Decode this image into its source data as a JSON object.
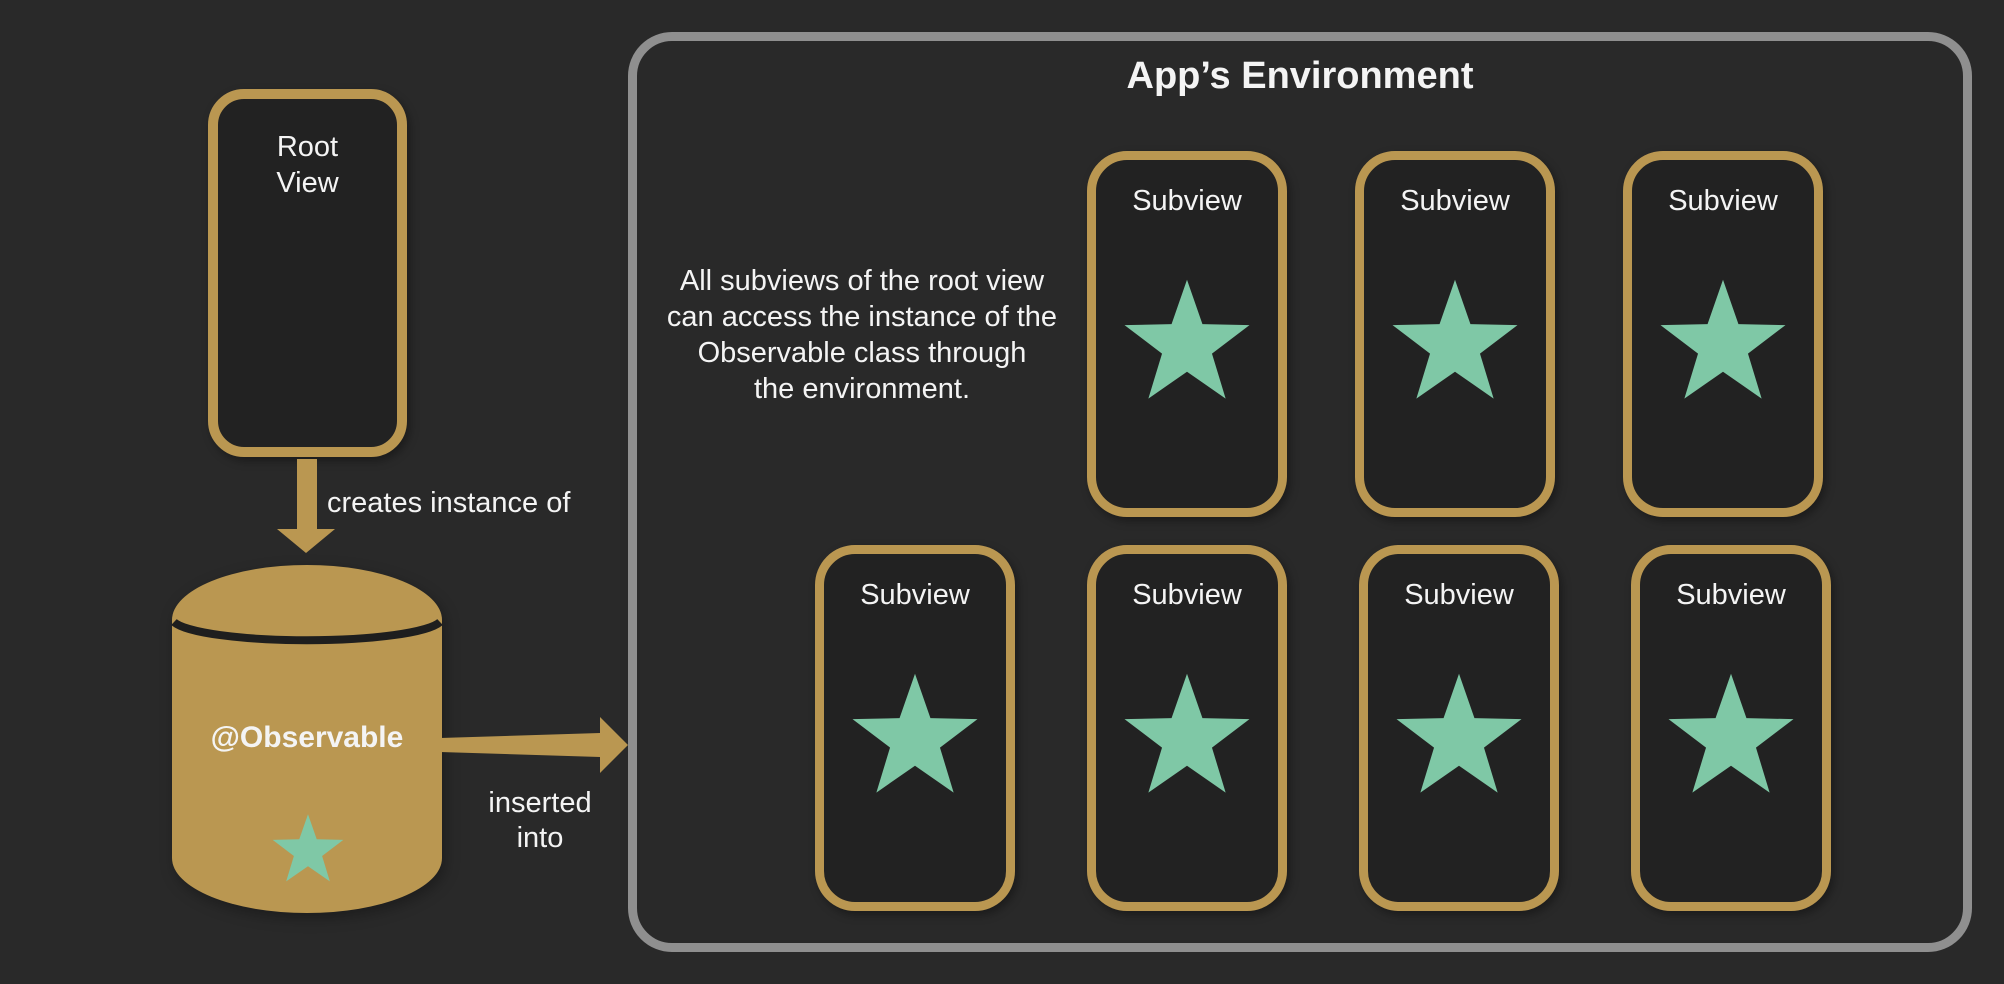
{
  "colors": {
    "background": "#292929",
    "phone_fill": "#222222",
    "gold": "#BA9751",
    "star": "#7FC8A6",
    "env_border": "#8F8F8F",
    "text": "#F4F4F4",
    "cylinder_lid_line": "#1E1E1E"
  },
  "left_panel": {
    "root_view": {
      "label": "Root\nView"
    },
    "creates_arrow_label": "creates instance of",
    "observable": {
      "label": "@Observable",
      "icon": "star"
    },
    "inserted_arrow_label": "inserted\ninto"
  },
  "environment": {
    "title": "App’s Environment",
    "description": "All subviews of the root view\ncan access the instance of the\nObservable class through\nthe environment.",
    "top_subviews": [
      {
        "label": "Subview",
        "icon": "star"
      },
      {
        "label": "Subview",
        "icon": "star"
      },
      {
        "label": "Subview",
        "icon": "star"
      }
    ],
    "bottom_subviews": [
      {
        "label": "Subview",
        "icon": "star"
      },
      {
        "label": "Subview",
        "icon": "star"
      },
      {
        "label": "Subview",
        "icon": "star"
      },
      {
        "label": "Subview",
        "icon": "star"
      }
    ]
  }
}
